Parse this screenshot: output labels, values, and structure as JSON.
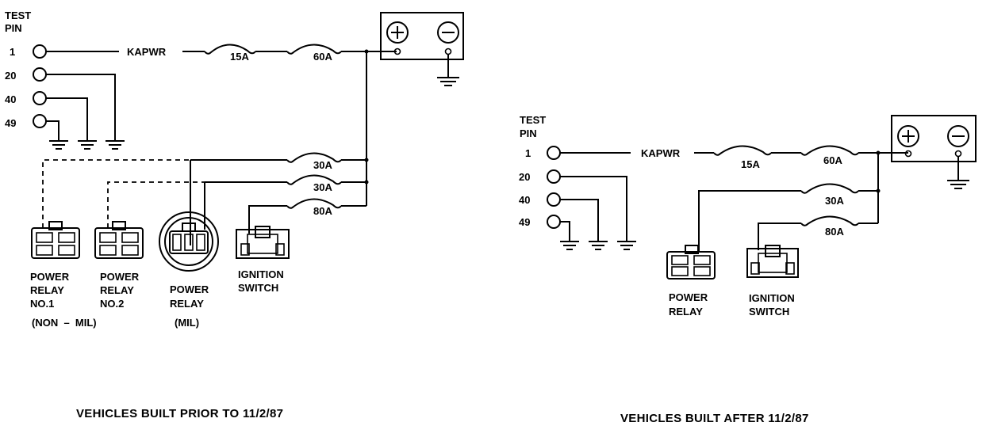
{
  "left": {
    "test_pin_label": [
      "TEST",
      "PIN"
    ],
    "pins": [
      "1",
      "20",
      "40",
      "49"
    ],
    "kapwr": "KAPWR",
    "fuse_15": "15A",
    "fuse_60": "60A",
    "fuse_30a": "30A",
    "fuse_30b": "30A",
    "fuse_80": "80A",
    "relay1": [
      "POWER",
      "RELAY",
      "NO.1"
    ],
    "relay2": [
      "POWER",
      "RELAY",
      "NO.2"
    ],
    "non_mil": "(NON  –  MIL)",
    "relay_mil": [
      "POWER",
      "RELAY",
      "(MIL)"
    ],
    "ignition": [
      "IGNITION",
      "SWITCH"
    ],
    "caption": "VEHICLES BUILT PRIOR TO 11/2/87"
  },
  "right": {
    "test_pin_label": [
      "TEST",
      "PIN"
    ],
    "pins": [
      "1",
      "20",
      "40",
      "49"
    ],
    "kapwr": "KAPWR",
    "fuse_15": "15A",
    "fuse_60": "60A",
    "fuse_30": "30A",
    "fuse_80": "80A",
    "relay": [
      "POWER",
      "RELAY"
    ],
    "ignition": [
      "IGNITION",
      "SWITCH"
    ],
    "caption": "VEHICLES BUILT AFTER 11/2/87"
  }
}
